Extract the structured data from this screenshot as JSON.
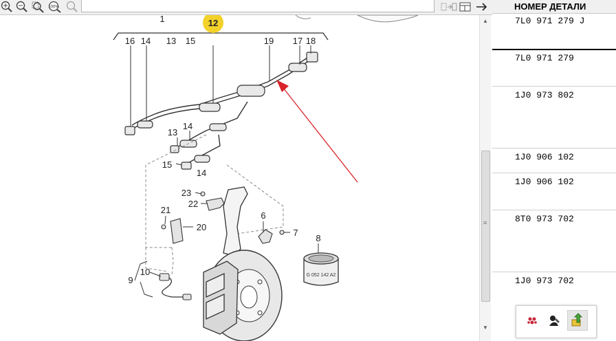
{
  "toolbar": {
    "buttons": [
      {
        "name": "zoom-in-icon"
      },
      {
        "name": "zoom-out-icon"
      },
      {
        "name": "zoom-area-icon"
      },
      {
        "name": "zoom-100-icon",
        "label": "100%"
      },
      {
        "name": "zoom-fit-icon"
      }
    ],
    "right_buttons": [
      "split-view-icon",
      "layout-icon",
      "arrow-right-icon"
    ]
  },
  "diagram": {
    "callouts": [
      "1",
      "12",
      "16",
      "14",
      "13",
      "15",
      "19",
      "17",
      "18",
      "13",
      "14",
      "15",
      "14",
      "23",
      "22",
      "21",
      "20",
      "6",
      "7",
      "8",
      "10",
      "9"
    ],
    "selected_callout": "12",
    "cylinder_label": "G 052 142 A2",
    "highlight_color": "#f2d12a",
    "arrow_color": "#d8242a"
  },
  "parts_panel": {
    "header": "НОМЕР ДЕТАЛИ",
    "rows": [
      "7L0 971 279 J",
      "7L0 971 279",
      "1J0 973 802",
      "1J0 906 102",
      "1J0 906 102",
      "8T0 973 702",
      "1J0 973 702"
    ]
  },
  "scrollbar": {
    "up": "▲",
    "down": "▼",
    "grip": "≡"
  },
  "popup": {
    "icons": [
      "parts-icon",
      "mechanic-icon",
      "export-icon"
    ]
  }
}
